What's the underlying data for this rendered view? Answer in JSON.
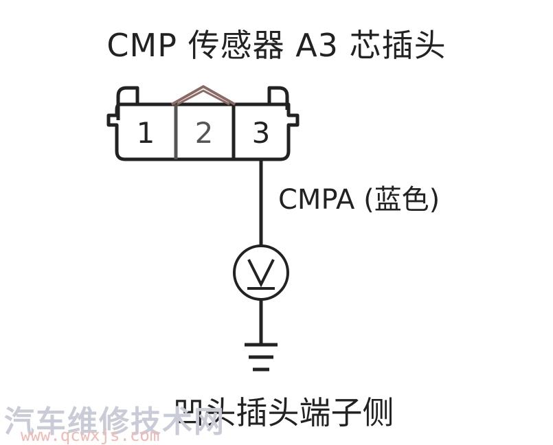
{
  "title": "CMP 传感器 A3 芯插头",
  "pins": [
    "1",
    "2",
    "3"
  ],
  "wire_label": "CMPA (蓝色)",
  "meter_symbol": "V",
  "bottom_label": "凹头插头端子侧",
  "watermark": {
    "text": "汽车维修技术网",
    "url": "www.qcwxjs.com"
  }
}
